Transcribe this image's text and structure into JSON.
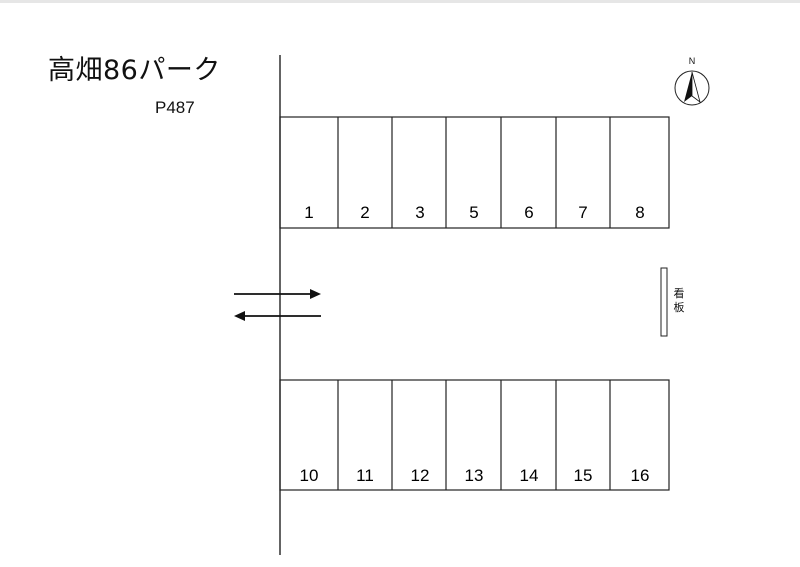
{
  "map": {
    "title": "高畑86パーク",
    "code": "P487",
    "north_label": "N",
    "sign_label": "看板",
    "north_icon": "north-arrow-icon",
    "entrance_icon": "two-way-arrow-icon",
    "upper_row": [
      "1",
      "2",
      "3",
      "5",
      "6",
      "7",
      "8"
    ],
    "lower_row": [
      "10",
      "11",
      "12",
      "13",
      "14",
      "15",
      "16"
    ]
  }
}
